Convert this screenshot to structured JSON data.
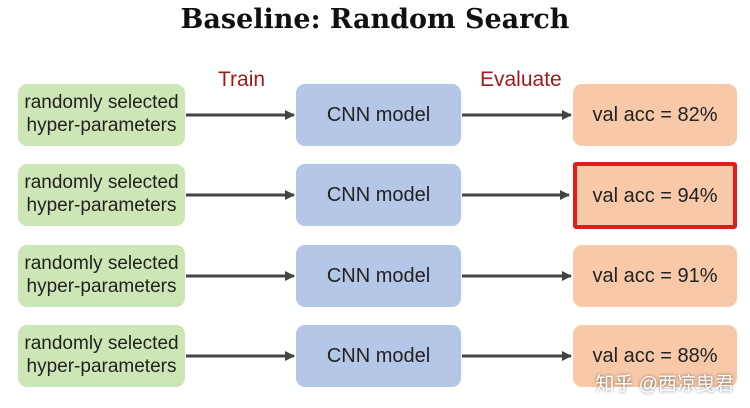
{
  "title": "Baseline: Random Search",
  "stages": {
    "train": "Train",
    "evaluate": "Evaluate"
  },
  "rows": [
    {
      "input_line1": "randomly selected",
      "input_line2": "hyper-parameters",
      "model": "CNN model",
      "result": "val acc = 82%",
      "highlighted": false
    },
    {
      "input_line1": "randomly selected",
      "input_line2": "hyper-parameters",
      "model": "CNN model",
      "result": "val acc = 94%",
      "highlighted": true
    },
    {
      "input_line1": "randomly selected",
      "input_line2": "hyper-parameters",
      "model": "CNN model",
      "result": "val acc = 91%",
      "highlighted": false
    },
    {
      "input_line1": "randomly selected",
      "input_line2": "hyper-parameters",
      "model": "CNN model",
      "result": "val acc = 88%",
      "highlighted": false
    }
  ],
  "watermark": "知乎 @西凉曳君",
  "colors": {
    "hyperparam_box": "#cde6b5",
    "model_box": "#b4c7e6",
    "result_box": "#f7c9a8",
    "highlight_border": "#e21b1b",
    "stage_label": "#a01c1c",
    "arrow": "#444444"
  }
}
